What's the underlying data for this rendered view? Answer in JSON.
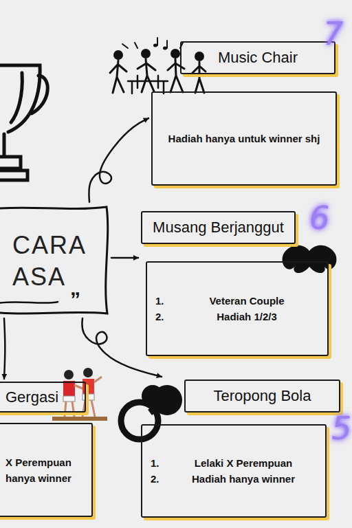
{
  "diagram": {
    "nodes": [
      {
        "text": [
          "Music Chair",
          "Hadiah hanya untuk winner shj"
        ]
      },
      {
        "text": [
          "CARA ASA"
        ]
      },
      {
        "text": [
          "Musang Berjanggut",
          "1.",
          "Veteran Couple",
          "2.",
          "Hadiah 1/2/3"
        ]
      },
      {
        "text": [
          "Gergasi",
          "X Perempuan",
          "hanya winner"
        ]
      },
      {
        "text": [
          "Teropong Bola",
          "1.",
          "Lelaki X Perempuan",
          "2.",
          "Hadiah hanya winner"
        ]
      }
    ],
    "edges": [
      {
        "from": 1,
        "to": 0,
        "arrow": "to"
      },
      {
        "from": 1,
        "to": 2,
        "arrow": "to"
      },
      {
        "from": 1,
        "to": 3,
        "arrow": "to"
      },
      {
        "from": 1,
        "to": 4,
        "arrow": "to"
      }
    ],
    "labels": [
      "7",
      "6",
      "5",
      "„"
    ]
  }
}
